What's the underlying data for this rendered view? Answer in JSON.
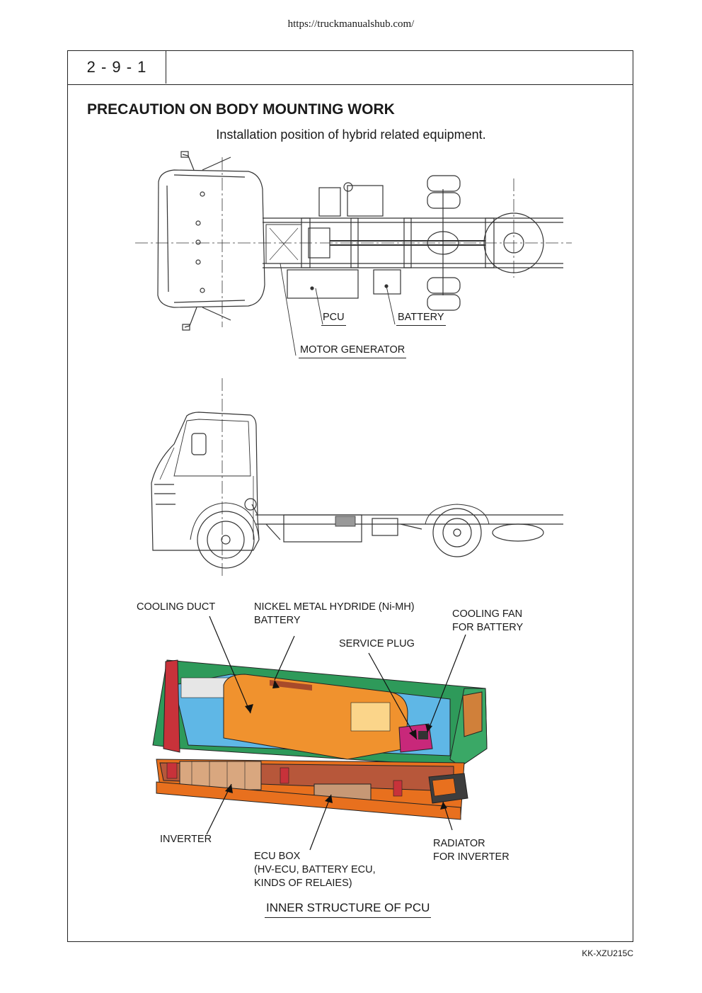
{
  "site_url": "https://truckmanualshub.com/",
  "section_number": "2 - 9 - 1",
  "title": "PRECAUTION ON BODY MOUNTING WORK",
  "subtitle": "Installation position of hybrid related equipment.",
  "top_view_labels": {
    "pcu": "PCU",
    "battery": "BATTERY",
    "motor_generator": "MOTOR GENERATOR"
  },
  "pcu_labels": {
    "cooling_duct": "COOLING DUCT",
    "nimh_battery": "NICKEL METAL HYDRIDE (Ni-MH)\nBATTERY",
    "cooling_fan": "COOLING FAN\nFOR BATTERY",
    "service_plug": "SERVICE PLUG",
    "inverter": "INVERTER",
    "ecu_box": "ECU BOX\n(HV-ECU, BATTERY ECU,\nKINDS OF RELAIES)",
    "radiator": "RADIATOR\nFOR INVERTER"
  },
  "caption": "INNER STRUCTURE OF PCU",
  "document_code": "KK-XZU215C",
  "colors": {
    "frame_green": "#2e9a5a",
    "battery_orange": "#f0922e",
    "base_orange": "#e8701e",
    "inverter_tan": "#d9a77f",
    "panel_blue": "#5fb7e6",
    "fan_magenta": "#c8287a",
    "bracket_red": "#c8323a"
  }
}
